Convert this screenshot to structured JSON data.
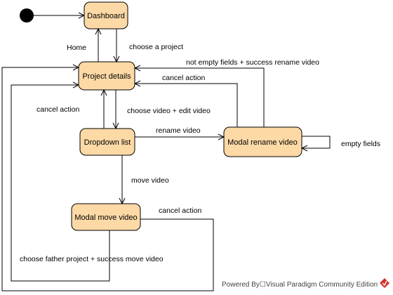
{
  "states": {
    "dashboard": "Dashboard",
    "project_details": "Project details",
    "dropdown_list": "Dropdown list",
    "modal_rename": "Modal rename video",
    "modal_move": "Modal move video"
  },
  "transitions": {
    "home": "Home",
    "choose_project": "choose a project",
    "rename_success": "not empty fields + success rename video",
    "cancel_rename": "cancel action",
    "cancel_dropdown": "cancel action",
    "choose_video": "choose video +  edit video",
    "rename_video": "rename video",
    "empty_fields": "empty fields",
    "move_video": "move video",
    "cancel_move": "cancel action",
    "move_success": "choose father project + success move video"
  },
  "footer": {
    "text": "Powered By☐Visual Paradigm Community Edition",
    "logo_color": "#d0312d"
  }
}
